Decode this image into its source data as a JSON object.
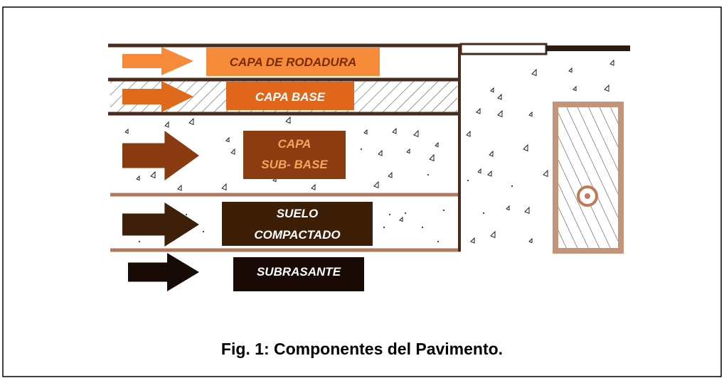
{
  "diagram": {
    "layers": [
      {
        "id": "rodadura",
        "lines": [
          "CAPA DE RODADURA"
        ],
        "label_bg": "#f68c3a",
        "text_color": "#7a2a05",
        "arrow_color": "#f6893a"
      },
      {
        "id": "base",
        "lines": [
          "CAPA BASE"
        ],
        "label_bg": "#e0661c",
        "text_color": "#ffffff",
        "arrow_color": "#e06a1c"
      },
      {
        "id": "subbase",
        "lines": [
          "CAPA",
          "SUB- BASE"
        ],
        "label_bg": "#8b3c10",
        "text_color": "#f4a460",
        "arrow_color": "#8a3a10"
      },
      {
        "id": "suelo",
        "lines": [
          "SUELO",
          "COMPACTADO"
        ],
        "label_bg": "#3d1f08",
        "text_color": "#ffffff",
        "arrow_color": "#3d1f0a"
      },
      {
        "id": "subrasante",
        "lines": [
          "SUBRASANTE"
        ],
        "label_bg": "#1a0a05",
        "text_color": "#ffffff",
        "arrow_color": "#180a05"
      }
    ],
    "line_color_dark": "#4a2a1c",
    "line_color_light": "#b07a5e",
    "drain_frame_color": "#c49478",
    "caption": "Fig. 1: Componentes del Pavimento."
  }
}
